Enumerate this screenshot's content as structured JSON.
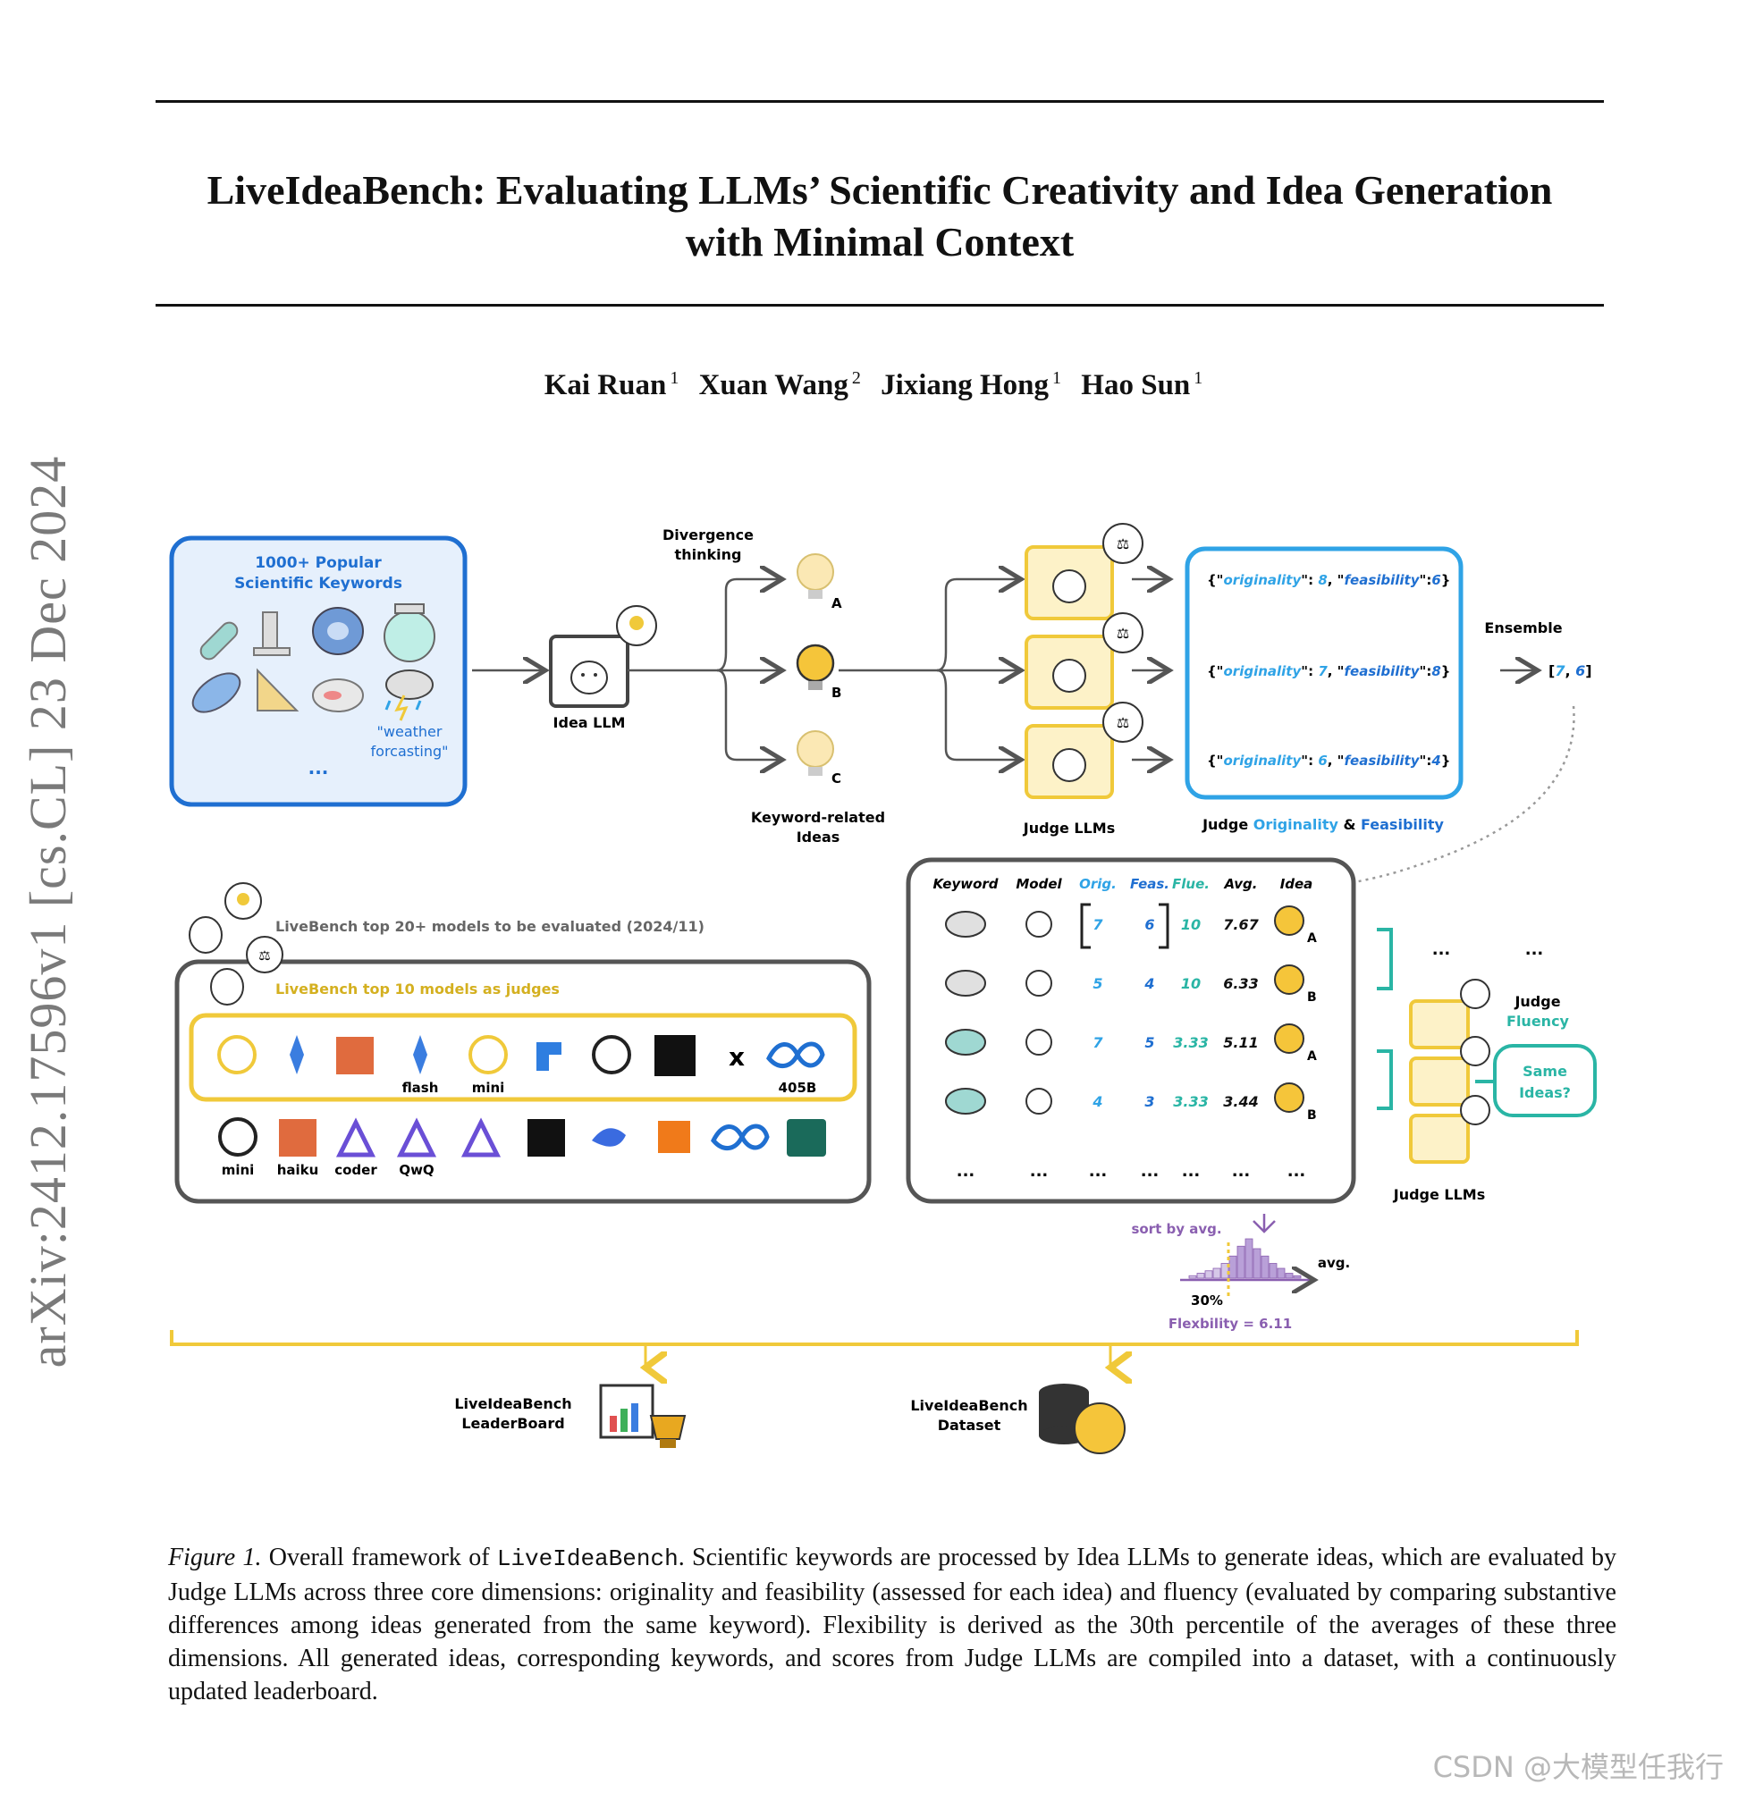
{
  "paper": {
    "title_line1": "LiveIdeaBench: Evaluating LLMs’ Scientific Creativity and Idea Generation",
    "title_line2": "with Minimal Context",
    "authors": [
      {
        "name": "Kai Ruan",
        "aff": "1"
      },
      {
        "name": "Xuan Wang",
        "aff": "2"
      },
      {
        "name": "Jixiang Hong",
        "aff": "1"
      },
      {
        "name": "Hao Sun",
        "aff": "1"
      }
    ],
    "arxiv_stamp": "arXiv:2412.17596v1  [cs.CL]  23 Dec 2024"
  },
  "figure": {
    "keywords_box": {
      "title_line1": "1000+ Popular",
      "title_line2": "Scientific Keywords",
      "example_line1": "\"weather",
      "example_line2": "forcasting\"",
      "more": "..."
    },
    "divergence_line1": "Divergence",
    "divergence_line2": "thinking",
    "idea_llm": "Idea LLM",
    "idea_labels": [
      "A",
      "B",
      "C"
    ],
    "ideas_label_line1": "Keyword-related",
    "ideas_label_line2": "Ideas",
    "judge_llms": "Judge LLMs",
    "scores": [
      {
        "orig_key": "originality",
        "orig": "8",
        "feas_key": "feasibility",
        "feas": "6"
      },
      {
        "orig_key": "originality",
        "orig": "7",
        "feas_key": "feasibility",
        "feas": "8"
      },
      {
        "orig_key": "originality",
        "orig": "6",
        "feas_key": "feasibility",
        "feas": "4"
      }
    ],
    "judge_label": {
      "prefix": "Judge ",
      "originality": "Originality",
      "amp": " & ",
      "feasibility": "Feasibility"
    },
    "ensemble": "Ensemble",
    "ensemble_result": {
      "open": "[",
      "a": "7",
      "sep": ", ",
      "b": "6",
      "close": "]"
    },
    "models_evaluated": "LiveBench top 20+ models to be evaluated (2024/11)",
    "models_judges": "LiveBench top 10 models as judges",
    "judge_model_labels": [
      "flash",
      "mini",
      "405B"
    ],
    "eval_model_labels": [
      "mini",
      "haiku",
      "coder",
      "QwQ"
    ],
    "table": {
      "headers": [
        "Keyword",
        "Model",
        "Orig.",
        "Feas.",
        "Flue.",
        "Avg.",
        "Idea"
      ],
      "rows": [
        {
          "orig": "7",
          "feas": "6",
          "flue": "10",
          "avg": "7.67",
          "idea": "A"
        },
        {
          "orig": "5",
          "feas": "4",
          "flue": "10",
          "avg": "6.33",
          "idea": "B"
        },
        {
          "orig": "7",
          "feas": "5",
          "flue": "3.33",
          "avg": "5.11",
          "idea": "A"
        },
        {
          "orig": "4",
          "feas": "3",
          "flue": "3.33",
          "avg": "3.44",
          "idea": "B"
        }
      ],
      "more": "..."
    },
    "judge_fluency_line1": "Judge",
    "judge_fluency_line2": "Fluency",
    "same_ideas_line1": "Same",
    "same_ideas_line2": "Ideas?",
    "sort_by": "sort by avg.",
    "avg_axis": "avg.",
    "percentile": "30%",
    "flexibility": "Flexbility = 6.11",
    "leaderboard_line1": "LiveIdeaBench",
    "leaderboard_line2": "LeaderBoard",
    "dataset_line1": "LiveIdeaBench",
    "dataset_line2": "Dataset"
  },
  "chart_data": {
    "type": "bar",
    "title": "",
    "xlabel": "avg.",
    "ylabel": "",
    "values": [
      1,
      2,
      3,
      4,
      6,
      9,
      13,
      16,
      12,
      9,
      6,
      4,
      2,
      1
    ],
    "marker": "30%"
  },
  "caption": {
    "label": "Figure 1.",
    "part1": " Overall framework of ",
    "code": "LiveIdeaBench",
    "part2": ". Scientific keywords are processed by Idea LLMs to generate ideas, which are evaluated by Judge LLMs across three core dimensions: originality and feasibility (assessed for each idea) and fluency (evaluated by comparing substantive differences among ideas generated from the same keyword). Flexibility is derived as the 30th percentile of the averages of these three dimensions. All generated ideas, corresponding keywords, and scores from Judge LLMs are compiled into a dataset, with a continuously updated leaderboard."
  },
  "watermark": "CSDN @大模型任我行",
  "colors": {
    "blue": "#1f6fd1",
    "lightblue": "#2fa3e6",
    "yellow": "#f0c93a",
    "gray": "#555555",
    "teal": "#2ab5a5",
    "purple": "#8a5fb0"
  }
}
